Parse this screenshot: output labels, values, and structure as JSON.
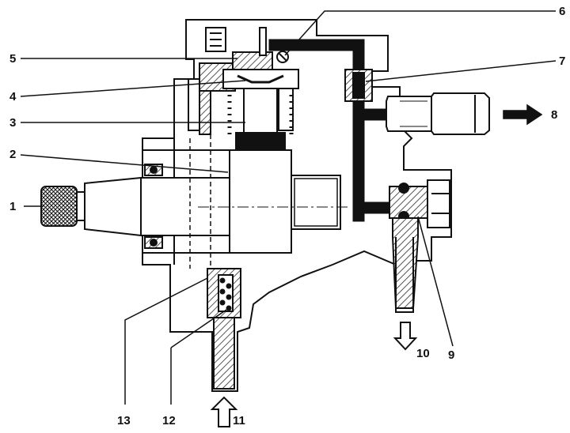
{
  "colors": {
    "ink": "#111111",
    "paper": "#ffffff",
    "hatch": "#555555"
  },
  "callouts": [
    {
      "id": "1",
      "label": "1"
    },
    {
      "id": "2",
      "label": "2"
    },
    {
      "id": "3",
      "label": "3"
    },
    {
      "id": "4",
      "label": "4"
    },
    {
      "id": "5",
      "label": "5"
    },
    {
      "id": "6",
      "label": "6"
    },
    {
      "id": "7",
      "label": "7"
    },
    {
      "id": "8",
      "label": "8"
    },
    {
      "id": "9",
      "label": "9"
    },
    {
      "id": "10",
      "label": "10"
    },
    {
      "id": "11",
      "label": "11"
    },
    {
      "id": "12",
      "label": "12"
    },
    {
      "id": "13",
      "label": "13"
    }
  ],
  "arrows": [
    {
      "id": "8",
      "direction": "right",
      "style": "solid"
    },
    {
      "id": "10",
      "direction": "down",
      "style": "outline"
    },
    {
      "id": "11",
      "direction": "up",
      "style": "outline"
    }
  ]
}
